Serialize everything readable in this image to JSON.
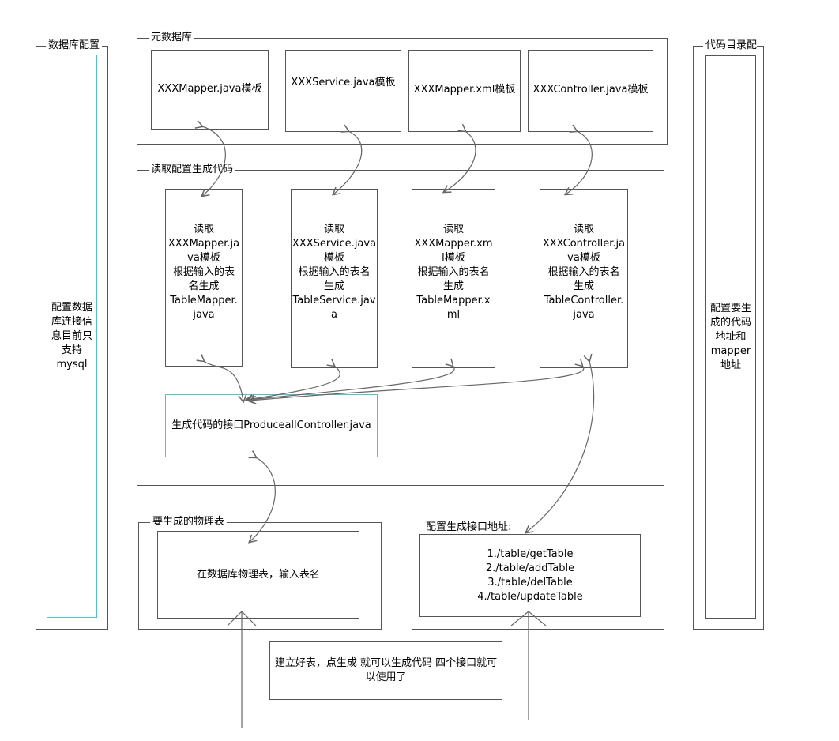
{
  "colors": {
    "border": "#555555",
    "accent_border": "#4fc3c9",
    "arrow": "#666666"
  },
  "db_config": {
    "label": "数据库配置",
    "text": "配置数据\n库连接信\n息目前只\n支持\nmysql"
  },
  "code_dir": {
    "label": "代码目录配",
    "text": "配置要生\n成的代码\n地址和\nmapper\n地址"
  },
  "metadata": {
    "label": "元数据库",
    "templates": [
      "XXXMapper.java模板",
      "XXXService.java模板",
      "XXXMapper.xml模板",
      "XXXController.java模板"
    ]
  },
  "generate": {
    "label": "读取配置生成代码",
    "readers": [
      "读取\nXXXMapper.ja\nva模板\n根据输入的表\n名生成\nTableMapper.\njava",
      "读取\nXXXService.java\n模板\n根据输入的表名\n生成\nTableService.jav\na",
      "读取\nXXXMapper.xm\nl模板\n根据输入的表名\n生成\nTableMapper.x\nml",
      "读取\nXXXController.ja\nva模板\n根据输入的表名\n生成\nTableController.\njava"
    ],
    "controller": "生成代码的接口ProduceallController.java"
  },
  "physical_table": {
    "label": "要生成的物理表",
    "text": "在数据库物理表，输入表名"
  },
  "api_config": {
    "label": "配置生成接口地址:",
    "text": "1./table/getTable\n2./table/addTable\n3./table/delTable\n4./table/updateTable"
  },
  "note": {
    "text": "建立好表，点生成 就可以生成代码 四个接口就可以使用了"
  }
}
